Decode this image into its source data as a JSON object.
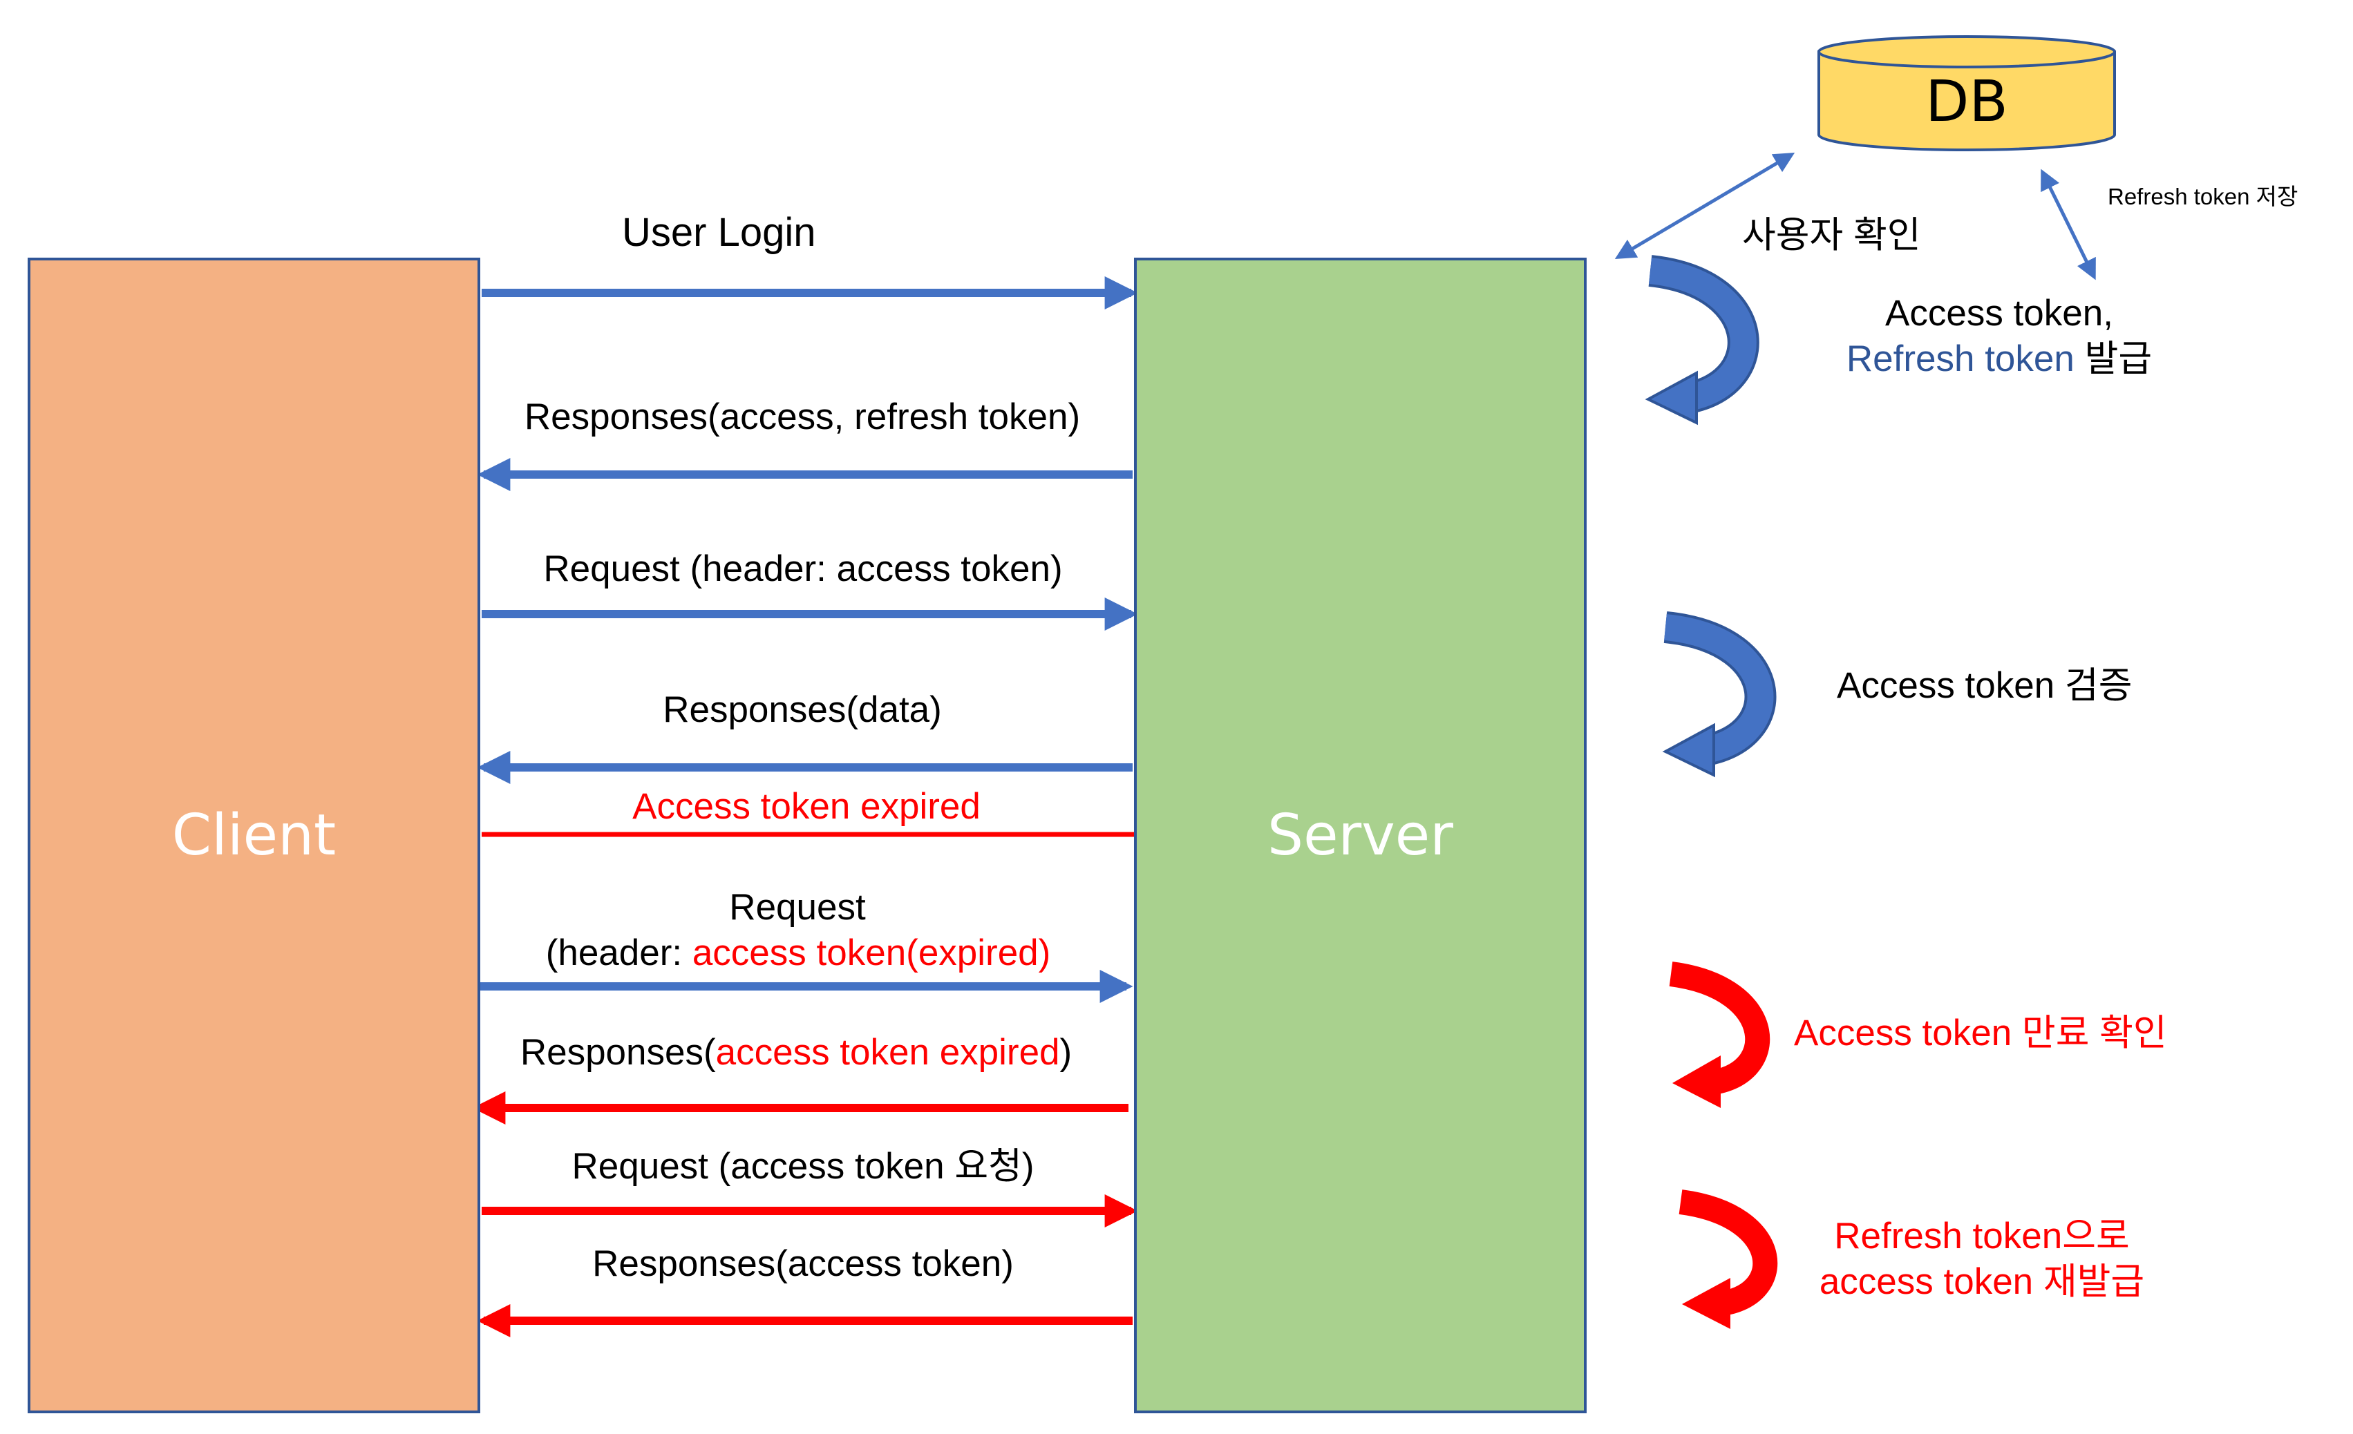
{
  "colors": {
    "blue_arrow": "#4472c4",
    "red_arrow": "#ff0000",
    "client_fill": "#f4b183",
    "server_fill": "#a9d18e",
    "db_fill": "#ffd966",
    "box_border": "#2f5597"
  },
  "actors": {
    "client": "Client",
    "server": "Server",
    "db": "DB"
  },
  "messages": {
    "login": "User Login",
    "resp_tokens": "Responses(access, refresh token)",
    "req_header": "Request (header: access token)",
    "resp_data": "Responses(data)",
    "expired_divider": "Access token expired",
    "req_expired_line1": "Request",
    "req_expired_prefix": "(header: ",
    "req_expired_red": "access token(expired)",
    "resp_expired_prefix": "Responses(",
    "resp_expired_red": "access token expired",
    "resp_expired_suffix": ")",
    "req_new": "Request (access token 요청)",
    "resp_new": "Responses(access token)"
  },
  "server_notes": {
    "user_check": "사용자 확인",
    "refresh_store": "Refresh token 저장",
    "issue_line1": "Access token,",
    "issue_blue": "Refresh token",
    "issue_suffix": " 발급",
    "verify": "Access token 검증",
    "expired_check": "Access token 만료 확인",
    "reissue_line1": "Refresh token으로",
    "reissue_line2": "access token 재발급"
  }
}
